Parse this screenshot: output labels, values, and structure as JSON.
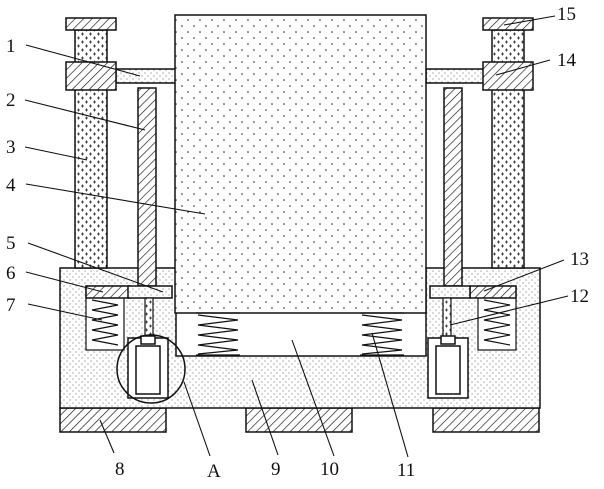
{
  "labels": {
    "l1": "1",
    "l2": "2",
    "l3": "3",
    "l4": "4",
    "l5": "5",
    "l6": "6",
    "l7": "7",
    "l8": "8",
    "l9": "9",
    "l10": "10",
    "l11": "11",
    "l12": "12",
    "l13": "13",
    "l14": "14",
    "l15": "15",
    "lA": "A"
  },
  "colors": {
    "line": "#111111",
    "dotted_fill": "#ffffff",
    "background": "#ffffff"
  }
}
